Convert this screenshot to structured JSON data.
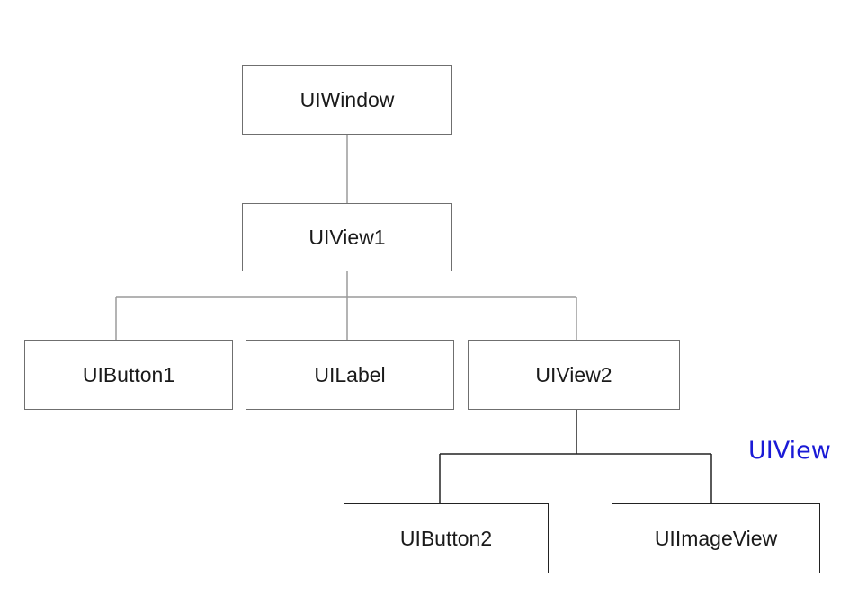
{
  "diagram": {
    "nodes": {
      "uiwindow": "UIWindow",
      "uiview1": "UIView1",
      "uibutton1": "UIButton1",
      "uilabel": "UILabel",
      "uiview2": "UIView2",
      "uibutton2": "UIButton2",
      "uiimageview": "UIImageView"
    },
    "edges": [
      [
        "UIWindow",
        "UIView1"
      ],
      [
        "UIView1",
        "UIButton1"
      ],
      [
        "UIView1",
        "UILabel"
      ],
      [
        "UIView1",
        "UIView2"
      ],
      [
        "UIView2",
        "UIButton2"
      ],
      [
        "UIView2",
        "UIImageView"
      ]
    ],
    "side_label": "UIView"
  },
  "colors": {
    "box_border": "#6f6f6f",
    "line_light": "#9a9a9a",
    "line_dark": "#222222",
    "text": "#1a1a1a",
    "accent": "#1a1ad6"
  }
}
